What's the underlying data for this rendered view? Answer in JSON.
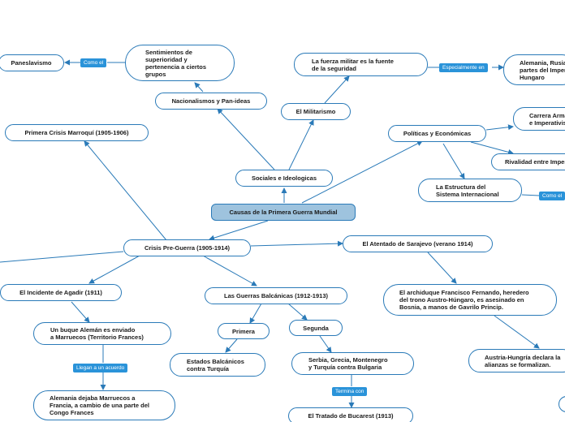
{
  "map": {
    "root": "Causas de la Primera Guerra Mundial",
    "sociales": "Sociales e Ideologicas",
    "nacionalismos": "Nacionalismos y Pan-ideas",
    "sentimientos": "Sentimientos de\nsuperioridad y\npertenencia a ciertos\ngrupos",
    "paneslavismo": "Paneslavismo",
    "como_el_1": "Como el",
    "militarismo": "El Militarismo",
    "fuerza": "La fuerza militar es la fuente\nde la seguridad",
    "especialmente": "Especialmente en",
    "alemania_rusia": "Alemania, Rusia y\npartes del Imperio\nHungaro",
    "politicas": "Políticas y Económicas",
    "carrera": "Carrera Armamentista\ne Imperativista",
    "rivalidad": "Rivalidad entre Imperios",
    "estructura": "La Estructura del\nSistema Internacional",
    "como_el_2": "Como el",
    "crisis_pre": "Crisis Pre-Guerra (1905-1914)",
    "crisis_marroqui": "Primera Crisis Marroquí (1905-1906)",
    "agadir": "El Incidente de Agadir (1911)",
    "buque": "Un buque Alemán es enviado\na Marruecos (Territorio Frances)",
    "llegan": "Llegan a un acuerdo",
    "alemania_dejaba": "Alemania dejaba Marruecos a\nFrancia, a cambio de una parte del\nCongo Frances",
    "balcanicas": "Las Guerras Balcánicas (1912-1913)",
    "primera": "Primera",
    "segunda": "Segunda",
    "estados": "Estados Balcánicos\ncontra Turquía",
    "serbia": "Serbia, Grecia, Montenegro\ny Turquía contra Bulgaria",
    "termina": "Termina con",
    "tratado": "El Tratado de Bucarest (1913)",
    "atentado": "El Atentado de Sarajevo (verano 1914)",
    "archiduque": "El archiduque Francisco Fernando, heredero\ndel trono Austro-Húngaro, es asesinado en\nBosnia, a manos de Gavrilo Princip.",
    "austria": "Austria-Hungría declara la\nalianzas se formalizan."
  },
  "colors": {
    "border": "#2a7ab8",
    "root_fill": "#9ec3de",
    "tag_fill": "#2a93d9",
    "line": "#2a7ab8"
  }
}
